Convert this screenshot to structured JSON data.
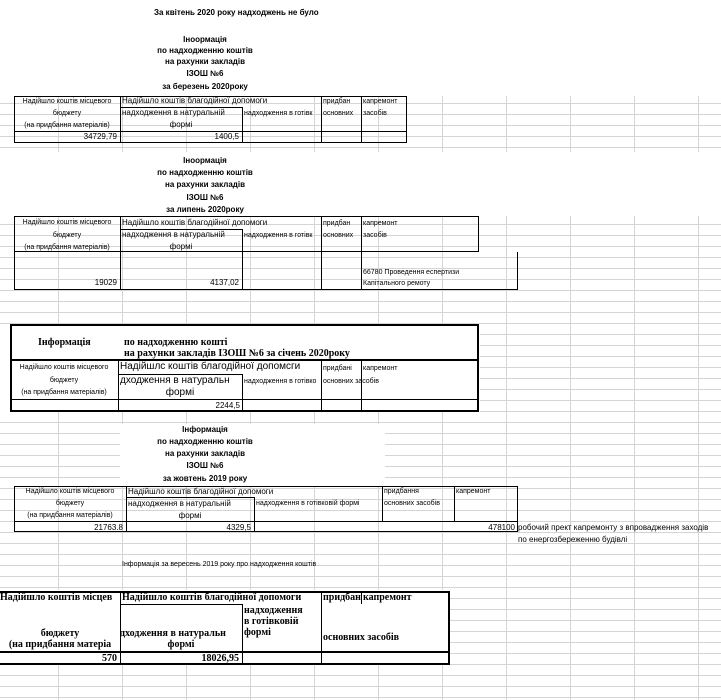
{
  "header_april": "За квітень 2020 року надходжень не було",
  "march": {
    "title1": "Іноормація",
    "title2": "по надходженню коштів",
    "title3": "на рахунки закладів",
    "title4": "ІЗОШ №6",
    "title5": "за березень 2020року",
    "col1a": "Надійшло коштів місцевого",
    "col1b": "бюджету",
    "col1c": "(на придбання матеріалів)",
    "col2a": "Надійшло коштів благодійної допомоги",
    "col2b": "надходження в натуральній",
    "col2c": "формі",
    "col3": "надходження в готівк",
    "col4a": "придбан",
    "col4b": "основних",
    "col5a": "капремонт",
    "col5b": "засобів",
    "v1": "34729,79",
    "v2": "1400,5"
  },
  "july": {
    "title1": "Іноормація",
    "title2": "по надходженню коштів",
    "title3": "на рахунки закладів",
    "title4": "ІЗОШ №6",
    "title5": "за липень 2020року",
    "col1a": "Надійшло коштів місцевого",
    "col1b": "бюджету",
    "col1c": "(на придбання матеріалів)",
    "col2a": "Надійшло коштів благодійної допомоги",
    "col2b": "надходження в натуральній",
    "col2c": "формі",
    "col3": "надходження в готівк",
    "col4a": "придбан",
    "col4b": "основних",
    "col5a": "капремонт",
    "col5b": "засобів",
    "v1": "19029",
    "v2": "4137,02",
    "v5a": "66780 Проведення еспертизи",
    "v5b": "Капітального ремоту"
  },
  "january": {
    "title_a": "Інформація",
    "title_b": "по надходженню кошті",
    "title_c": "на рахунки закладів   ІЗОШ №6 за січень 2020року",
    "col1a": "Надійшло коштів місцевого",
    "col1b": "бюджету",
    "col1c": "(на придбання матеріалів)",
    "col2a": "Надійшлс коштів благодійної допомсги",
    "col2b": "дходження в натуральн",
    "col2c": "формі",
    "col3": "надходження в готівко",
    "col4a": "придбані",
    "col4b": "основних засобів",
    "col5a": "капремонт",
    "v2": "2244,5"
  },
  "october": {
    "title1": "Інформація",
    "title2": "по надходженню коштів",
    "title3": "на рахунки закладів",
    "title4": "ІЗОШ №6",
    "title5": "за жовтень 2019 року",
    "col1a": "Надійшло коштів місцевого",
    "col1b": "бюджету",
    "col1c": "(на придбання матеріалів)",
    "col2a": "Надійшло коштів благодійної допомоги",
    "col2b": "надходження в натуральній",
    "col2c": "формі",
    "col3": "надходження в готівковій формі",
    "col4a": "придбання",
    "col4b": "основних засобів",
    "col5a": "капремонт",
    "v1": "21763.8",
    "v2": "4329,5",
    "v5": "478100",
    "note1": "робочий прект капремонту з впровадження заходів",
    "note2": "по енергозбереженню будівлі"
  },
  "september": {
    "title": "Інформація за вересень 2019 року про надходження коштів",
    "col1a": "Надійшло коштів місцев",
    "col1b": "бюджету",
    "col1c": "(на придбання матеріа",
    "col2a": "Надійшло коштів благодійної допомоги",
    "col2b": "дходження в натуральн",
    "col2c": "формі",
    "col3a": "надходження",
    "col3b": "в готівковій",
    "col3c": "формі",
    "col4a": "придбан",
    "col4b": "основних засобів",
    "col5a": "капремонт",
    "v1": "570",
    "v2": "18026,95"
  }
}
